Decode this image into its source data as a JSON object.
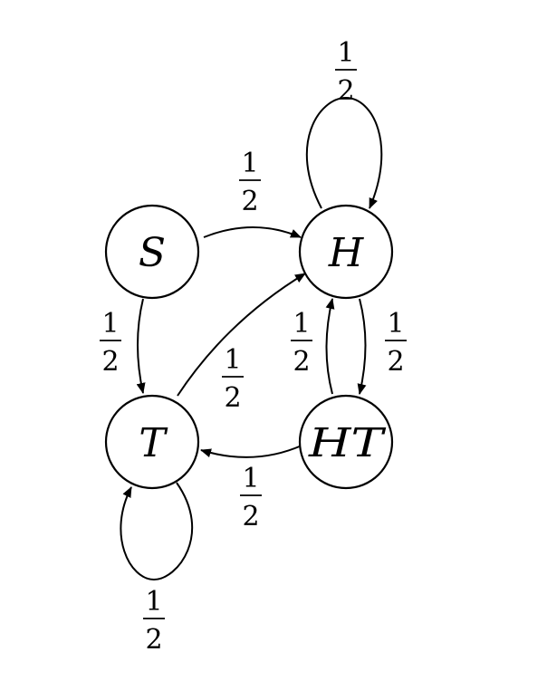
{
  "diagram": {
    "nodes": [
      {
        "id": "S",
        "label": "S"
      },
      {
        "id": "H",
        "label": "H"
      },
      {
        "id": "T",
        "label": "T"
      },
      {
        "id": "HT",
        "label": "HT"
      }
    ],
    "edges": [
      {
        "from": "S",
        "to": "H",
        "label_num": "1",
        "label_den": "2"
      },
      {
        "from": "S",
        "to": "T",
        "label_num": "1",
        "label_den": "2"
      },
      {
        "from": "H",
        "to": "H",
        "label_num": "1",
        "label_den": "2"
      },
      {
        "from": "T",
        "to": "H",
        "label_num": "1",
        "label_den": "2"
      },
      {
        "from": "HT",
        "to": "H",
        "label_num": "1",
        "label_den": "2"
      },
      {
        "from": "H",
        "to": "HT",
        "label_num": "1",
        "label_den": "2"
      },
      {
        "from": "HT",
        "to": "T",
        "label_num": "1",
        "label_den": "2"
      },
      {
        "from": "T",
        "to": "T",
        "label_num": "1",
        "label_den": "2"
      }
    ]
  }
}
